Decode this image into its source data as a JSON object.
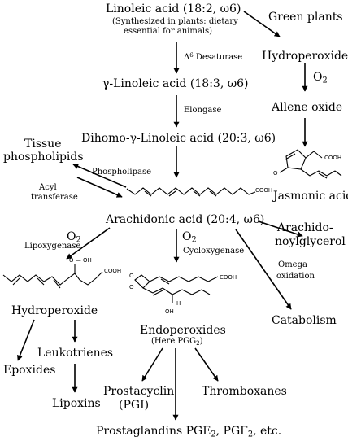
{
  "nodes": {
    "linoleic_acid": "Linoleic acid (18:2, ω6)",
    "linoleic_note_line1": "(Synthesized in plants: dietary",
    "linoleic_note_line2": "essential for animals)",
    "green_plants": "Green plants",
    "hydroperoxides": "Hydroperoxides",
    "o2_symbol": "O",
    "o2_subscript": "2",
    "allene_oxide": "Allene oxide",
    "jasmonic_acid": "Jasmonic acid",
    "gamma_linoleic_acid": "γ-Linoleic acid (18:3, ω6)",
    "dihomo_gamma_linoleic_acid": "Dihomo-γ-Linoleic acid (20:3, ω6)",
    "tissue_phospholipids_line1": "Tissue",
    "tissue_phospholipids_line2": "phospholipids",
    "arachidonic_acid": "Arachidonic acid (20:4, ω6)",
    "arachidonoylglycerol_line1": "Arachido-",
    "arachidonoylglycerol_line2": "noylglycerol",
    "hydroperoxide": "Hydroperoxide",
    "endoperoxides": "Endoperoxides",
    "endoperoxides_note_prefix": "(Here PGG",
    "endoperoxides_note_subscript": "2",
    "endoperoxides_note_suffix": ")",
    "catabolism": "Catabolism",
    "epoxides": "Epoxides",
    "leukotrienes": "Leukotrienes",
    "lipoxins": "Lipoxins",
    "prostacyclin_line1": "Prostacyclin",
    "prostacyclin_line2": "(PGI)",
    "thromboxanes": "Thromboxanes",
    "prostaglandins_prefix": "Prostaglandins PGE",
    "prostaglandins_sub1": "2",
    "prostaglandins_mid": ", PGF",
    "prostaglandins_sub2": "2",
    "prostaglandins_suffix": ", etc."
  },
  "enzymes": {
    "delta6_symbol": "Δ",
    "delta6_superscript": "6",
    "delta6_name": " Desaturase",
    "elongase": "Elongase",
    "phospholipase": "Phospholipase",
    "acyl_transferase_line1": "Acyl",
    "acyl_transferase_line2": "transferase",
    "lipoxygenase": "Lipoxygenase",
    "cycloxygenase": "Cycloxygenase",
    "omega_oxidation_line1": "Omega",
    "omega_oxidation_line2": "oxidation"
  },
  "structure_labels": {
    "cooh": "COOH",
    "hydroperoxy_group": "O — OH",
    "oh_group": "OH",
    "h_atom": "H",
    "ring_oxygen": "O",
    "ring_o_top": "O",
    "ring_o_bottom": "O"
  },
  "colors": {
    "ink": "#000000",
    "background": "#ffffff"
  }
}
